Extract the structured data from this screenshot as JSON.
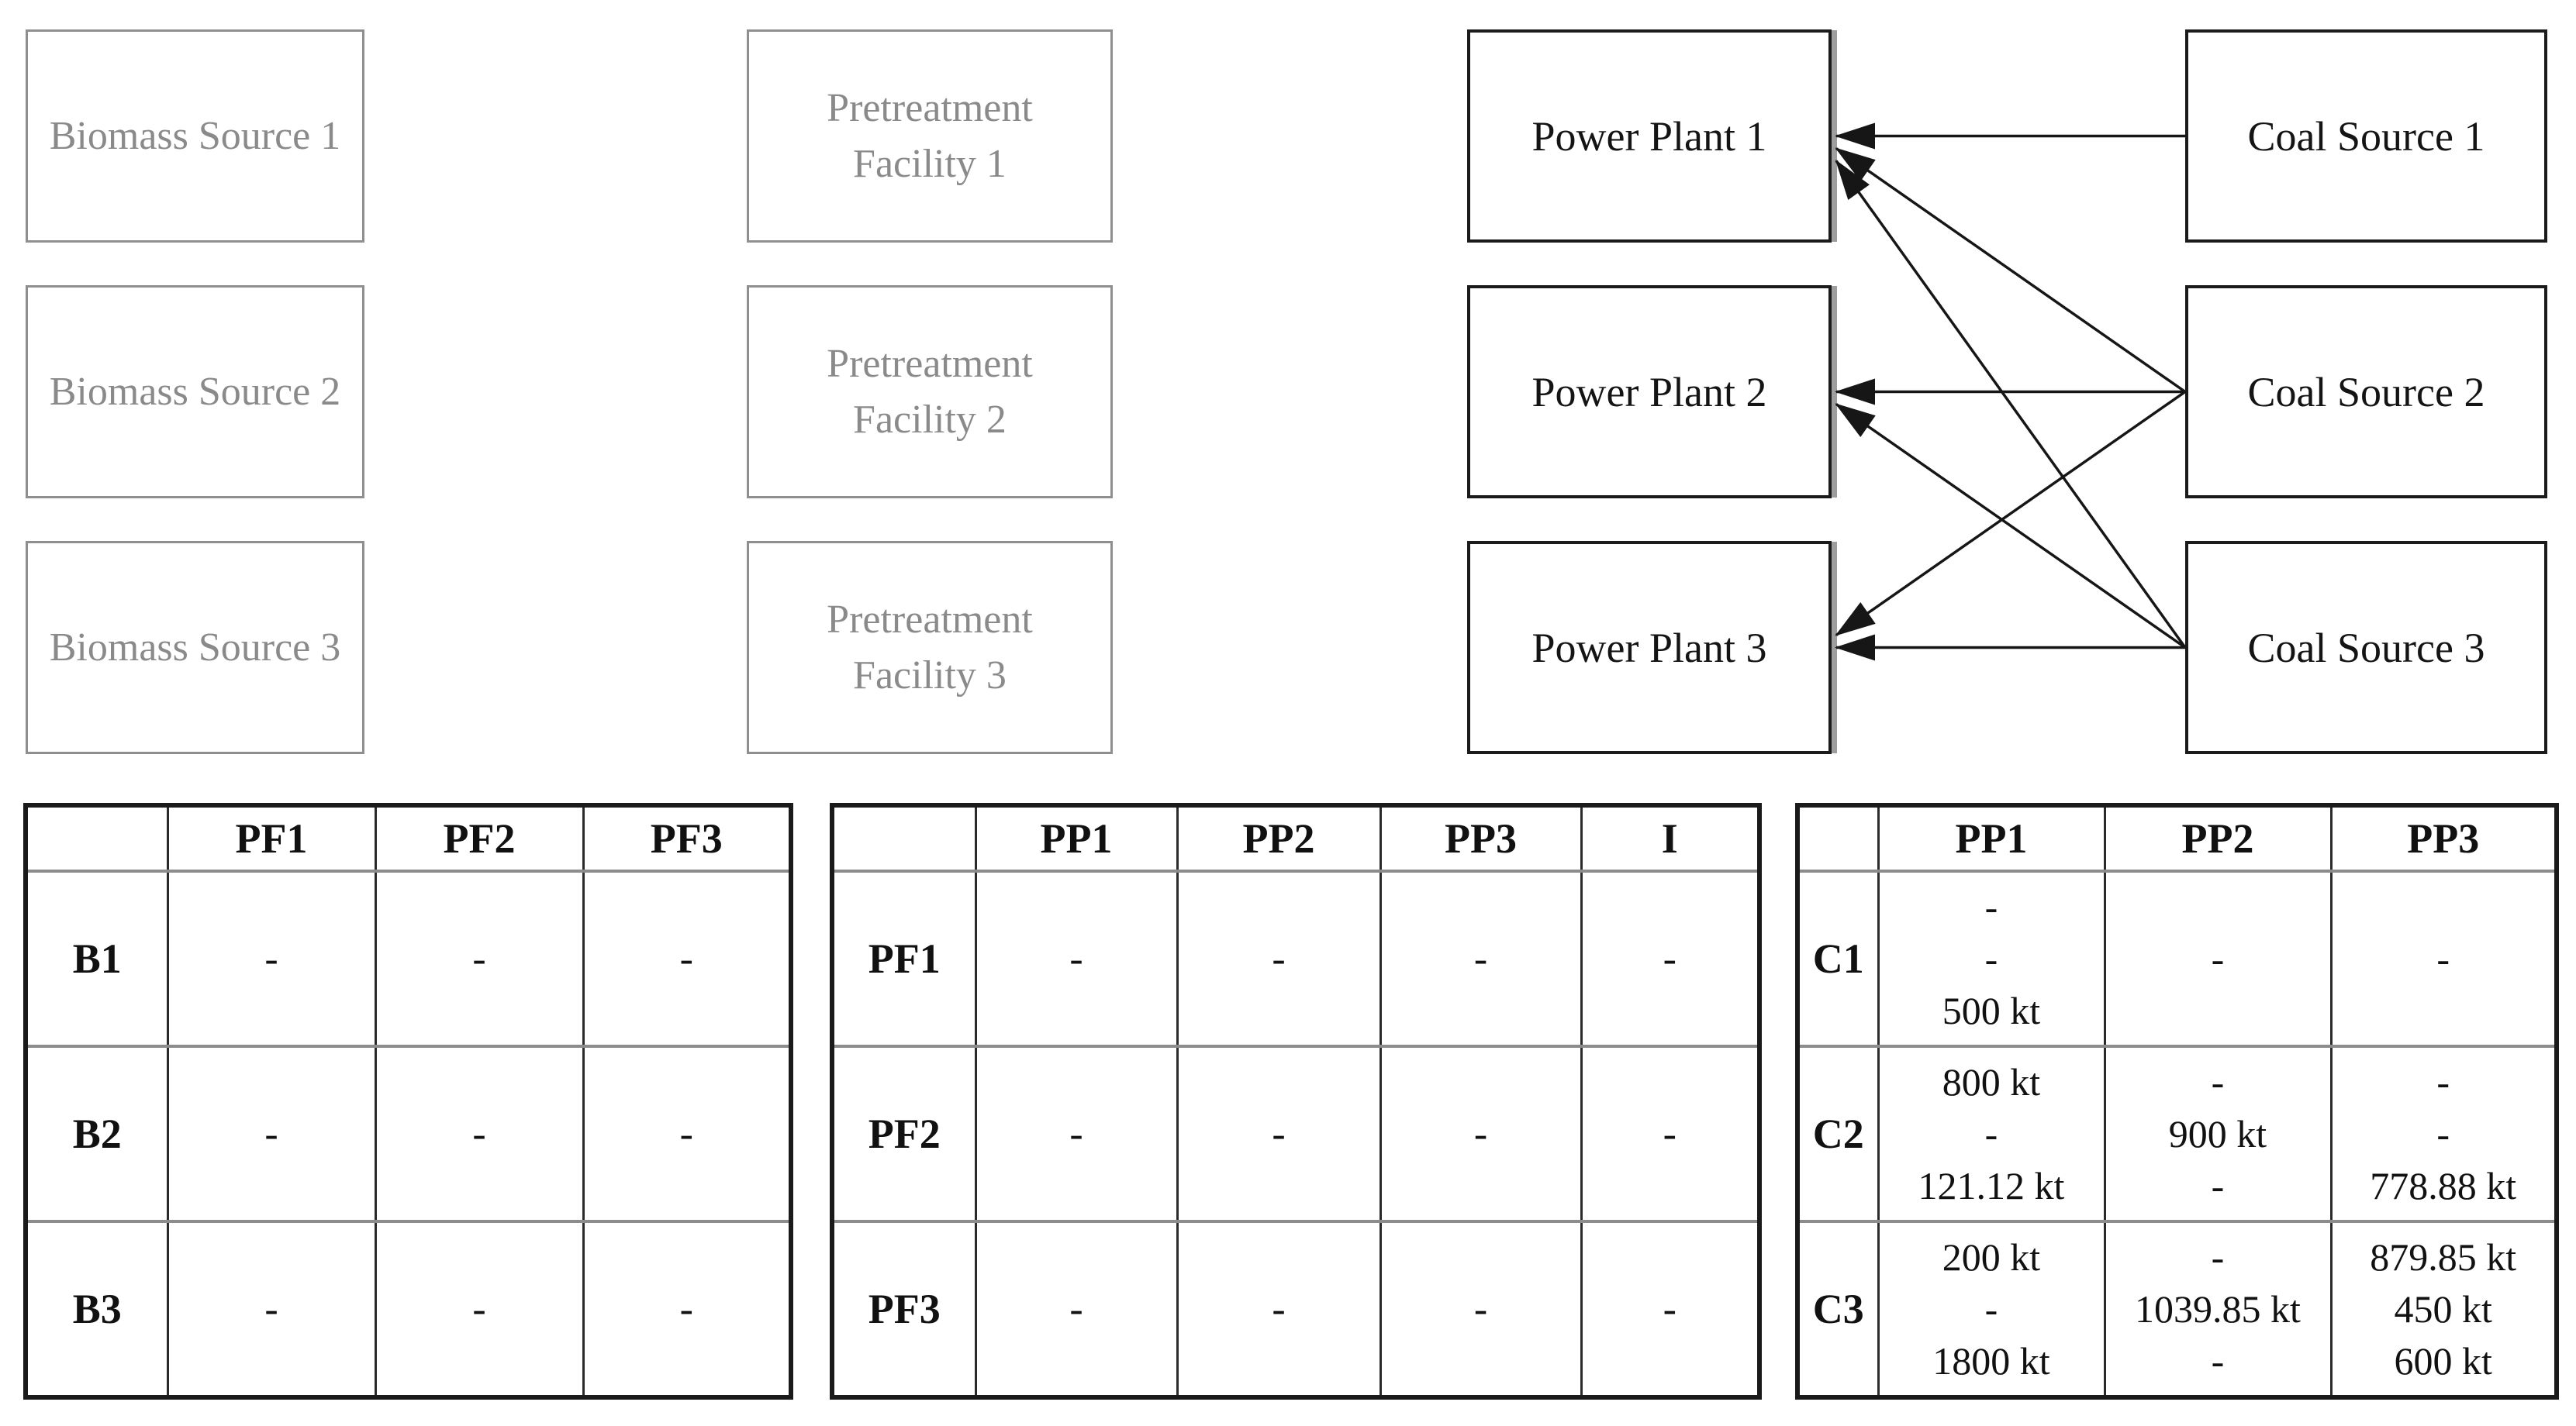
{
  "colors": {
    "dark_box_border": "#1b1b1b",
    "muted_box_border": "#8f8f8f",
    "muted_text": "#8a8a8a",
    "arrow": "#161616",
    "table_outer_border": "#1a1a1a",
    "table_vertical_rule": "#2a2a2a",
    "table_horizontal_rule": "#8c8c8c"
  },
  "diagram": {
    "biomass_sources": [
      {
        "label": "Biomass Source 1"
      },
      {
        "label": "Biomass Source 2"
      },
      {
        "label": "Biomass Source 3"
      }
    ],
    "pretreatment_facilities": [
      {
        "lines": [
          "Pretreatment",
          "Facility 1"
        ]
      },
      {
        "lines": [
          "Pretreatment",
          "Facility 2"
        ]
      },
      {
        "lines": [
          "Pretreatment",
          "Facility 3"
        ]
      }
    ],
    "power_plants": [
      {
        "label": "Power Plant 1"
      },
      {
        "label": "Power Plant 2"
      },
      {
        "label": "Power Plant 3"
      }
    ],
    "coal_sources": [
      {
        "label": "Coal Source 1"
      },
      {
        "label": "Coal Source 2"
      },
      {
        "label": "Coal Source 3"
      }
    ],
    "coal_flow_arrows": [
      {
        "from": "Coal Source 1",
        "to": "Power Plant 1",
        "from_index": 0,
        "to_index": 0
      },
      {
        "from": "Coal Source 2",
        "to": "Power Plant 1",
        "from_index": 1,
        "to_index": 0
      },
      {
        "from": "Coal Source 2",
        "to": "Power Plant 2",
        "from_index": 1,
        "to_index": 1
      },
      {
        "from": "Coal Source 2",
        "to": "Power Plant 3",
        "from_index": 1,
        "to_index": 2
      },
      {
        "from": "Coal Source 3",
        "to": "Power Plant 1",
        "from_index": 2,
        "to_index": 0
      },
      {
        "from": "Coal Source 3",
        "to": "Power Plant 2",
        "from_index": 2,
        "to_index": 1
      },
      {
        "from": "Coal Source 3",
        "to": "Power Plant 3",
        "from_index": 2,
        "to_index": 2
      }
    ]
  },
  "tables": {
    "biomass_to_pretreatment": {
      "headers": [
        "",
        "PF1",
        "PF2",
        "PF3"
      ],
      "rows": [
        {
          "label": "B1",
          "cells": [
            "-",
            "-",
            "-"
          ]
        },
        {
          "label": "B2",
          "cells": [
            "-",
            "-",
            "-"
          ]
        },
        {
          "label": "B3",
          "cells": [
            "-",
            "-",
            "-"
          ]
        }
      ]
    },
    "pretreatment_to_powerplant": {
      "headers": [
        "",
        "PP1",
        "PP2",
        "PP3",
        "I"
      ],
      "rows": [
        {
          "label": "PF1",
          "cells": [
            "-",
            "-",
            "-",
            "-"
          ]
        },
        {
          "label": "PF2",
          "cells": [
            "-",
            "-",
            "-",
            "-"
          ]
        },
        {
          "label": "PF3",
          "cells": [
            "-",
            "-",
            "-",
            "-"
          ]
        }
      ]
    },
    "coal_to_powerplant": {
      "headers": [
        "",
        "PP1",
        "PP2",
        "PP3"
      ],
      "rows": [
        {
          "label": "C1",
          "cells": [
            [
              "-",
              "-",
              "500 kt"
            ],
            [
              "-"
            ],
            [
              "-"
            ]
          ]
        },
        {
          "label": "C2",
          "cells": [
            [
              "800 kt",
              "-",
              "121.12 kt"
            ],
            [
              "-",
              "900 kt",
              "-"
            ],
            [
              "-",
              "-",
              "778.88 kt"
            ]
          ]
        },
        {
          "label": "C3",
          "cells": [
            [
              "200 kt",
              "-",
              "1800 kt"
            ],
            [
              "-",
              "1039.85 kt",
              "-"
            ],
            [
              "879.85 kt",
              "450 kt",
              "600 kt"
            ]
          ]
        }
      ]
    }
  }
}
